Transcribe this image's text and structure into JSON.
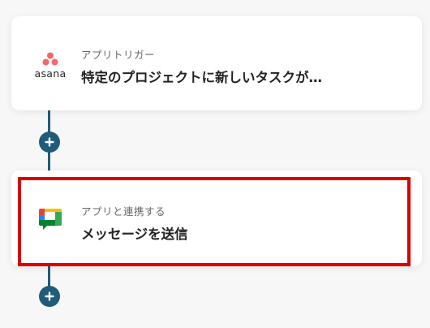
{
  "trigger": {
    "app_name": "asana",
    "subtitle": "アプリトリガー",
    "title": "特定のプロジェクトに新しいタスクが…"
  },
  "action": {
    "subtitle": "アプリと連携する",
    "title": "メッセージを送信"
  },
  "colors": {
    "connector": "#1f5c78",
    "highlight": "#d90000",
    "asana_dot": "#f06a6a"
  }
}
